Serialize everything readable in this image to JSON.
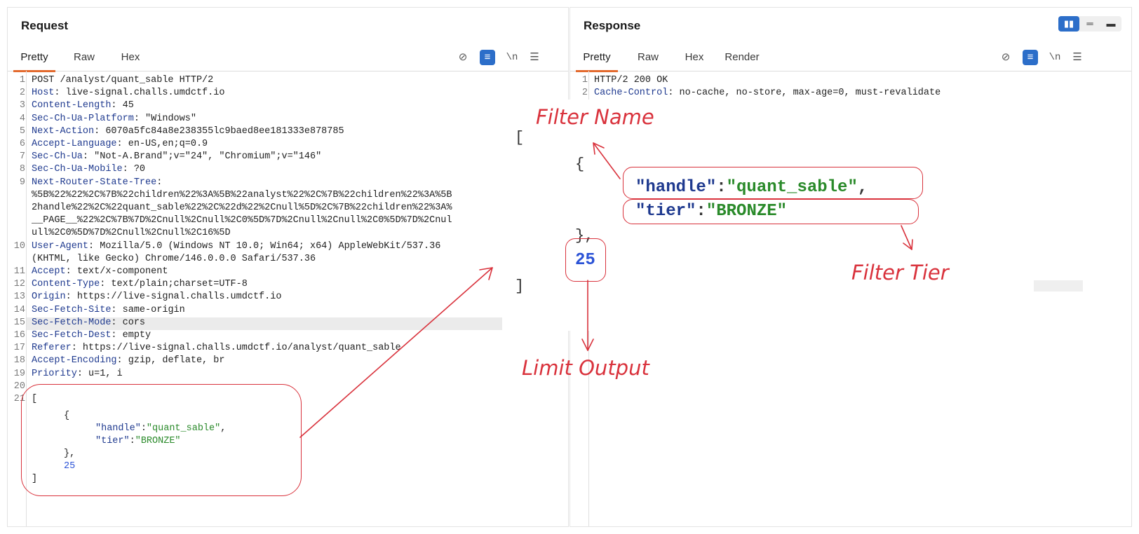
{
  "request": {
    "title": "Request",
    "tabs": [
      "Pretty",
      "Raw",
      "Hex"
    ],
    "toolbar": {
      "hide_icon": "⊘",
      "wrap_icon": "≡",
      "newline": "\\n",
      "menu_icon": "☰"
    },
    "lines": [
      {
        "n": "1",
        "text": "POST /analyst/quant_sable HTTP/2"
      },
      {
        "n": "2",
        "key": "Host",
        "val": " live-signal.challs.umdctf.io"
      },
      {
        "n": "3",
        "key": "Content-Length",
        "val": " 45"
      },
      {
        "n": "4",
        "key": "Sec-Ch-Ua-Platform",
        "val": " \"Windows\""
      },
      {
        "n": "5",
        "key": "Next-Action",
        "val": " 6070a5fc84a8e238355lc9baed8ee181333e878785"
      },
      {
        "n": "6",
        "key": "Accept-Language",
        "val": " en-US,en;q=0.9"
      },
      {
        "n": "7",
        "key": "Sec-Ch-Ua",
        "val": " \"Not-A.Brand\";v=\"24\", \"Chromium\";v=\"146\""
      },
      {
        "n": "8",
        "key": "Sec-Ch-Ua-Mobile",
        "val": " ?0"
      },
      {
        "n": "9",
        "key": "Next-Router-State-Tree",
        "val": ""
      },
      {
        "n": "",
        "text": "%5B%22%22%2C%7B%22children%22%3A%5B%22analyst%22%2C%7B%22children%22%3A%5B"
      },
      {
        "n": "",
        "text": "2handle%22%2C%22quant_sable%22%2C%22d%22%2Cnull%5D%2C%7B%22children%22%3A%"
      },
      {
        "n": "",
        "text": "__PAGE__%22%2C%7B%7D%2Cnull%2Cnull%2C0%5D%7D%2Cnull%2Cnull%2C0%5D%7D%2Cnul"
      },
      {
        "n": "",
        "text": "ull%2C0%5D%7D%2Cnull%2Cnull%2C16%5D"
      },
      {
        "n": "10",
        "key": "User-Agent",
        "val": " Mozilla/5.0 (Windows NT 10.0; Win64; x64) AppleWebKit/537.36"
      },
      {
        "n": "",
        "text": "(KHTML, like Gecko) Chrome/146.0.0.0 Safari/537.36"
      },
      {
        "n": "11",
        "key": "Accept",
        "val": " text/x-component"
      },
      {
        "n": "12",
        "key": "Content-Type",
        "val": " text/plain;charset=UTF-8"
      },
      {
        "n": "13",
        "key": "Origin",
        "val": " https://live-signal.challs.umdctf.io"
      },
      {
        "n": "14",
        "key": "Sec-Fetch-Site",
        "val": " same-origin"
      },
      {
        "n": "15",
        "key": "Sec-Fetch-Mode",
        "val": " cors"
      },
      {
        "n": "16",
        "key": "Sec-Fetch-Dest",
        "val": " empty"
      },
      {
        "n": "17",
        "key": "Referer",
        "val": " https://live-signal.challs.umdctf.io/analyst/quant_sable"
      },
      {
        "n": "18",
        "key": "Accept-Encoding",
        "val": " gzip, deflate, br"
      },
      {
        "n": "19",
        "key": "Priority",
        "val": " u=1, i"
      },
      {
        "n": "20",
        "text": ""
      },
      {
        "n": "21",
        "text": "["
      }
    ],
    "body": {
      "open_brace": "{",
      "handle_key": "\"handle\"",
      "handle_value": "\"quant_sable\"",
      "tier_key": "\"tier\"",
      "tier_value": "\"BRONZE\"",
      "close_brace": "},",
      "limit": "25",
      "close_bracket": "]"
    }
  },
  "response": {
    "title": "Response",
    "tabs": [
      "Pretty",
      "Raw",
      "Hex",
      "Render"
    ],
    "view_toggle": [
      "▮▮",
      "═",
      "▬"
    ],
    "toolbar": {
      "hide_icon": "⊘",
      "wrap_icon": "≡",
      "newline": "\\n",
      "menu_icon": "☰"
    },
    "lines": [
      {
        "n": "1",
        "text": "HTTP/2 200 OK"
      },
      {
        "n": "2",
        "key": "Cache-Control",
        "val": " no-cache, no-store, max-age=0, must-revalidate"
      }
    ]
  },
  "zoom": {
    "open_bracket": "[",
    "open_brace": "{",
    "handle_key": "\"handle\"",
    "handle_value": "\"quant_sable\"",
    "comma": ",",
    "tier_key": "\"tier\"",
    "tier_value": "\"BRONZE\"",
    "close_brace": "},",
    "limit": "25",
    "close_bracket": "]"
  },
  "annotations": {
    "filter_name": "Filter Name",
    "filter_tier": "Filter Tier",
    "limit_output": "Limit Output",
    "color": "#d9323c"
  },
  "colors": {
    "key": "#1f3a8f",
    "string": "#2a8a2a",
    "number": "#2a52d6",
    "accent_tab": "#e36a2e",
    "button_blue": "#2c6ec9"
  }
}
